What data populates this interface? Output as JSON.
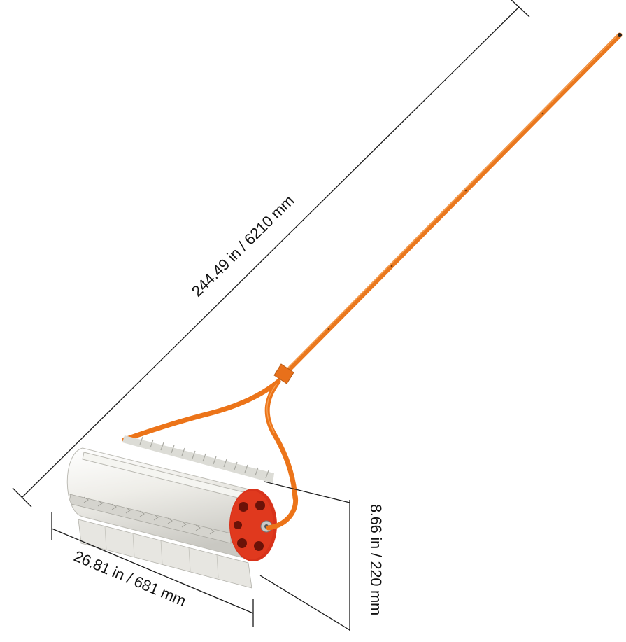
{
  "dimensions": {
    "length_label": "244.49 in / 6210 mm",
    "width_label": "26.81 in / 681 mm",
    "height_label": "8.66 in / 220 mm"
  },
  "colors": {
    "handle_orange": "#f07a1c",
    "end_cap_red": "#e0391e",
    "drum_white": "#ecebe6",
    "background": "#ffffff"
  }
}
